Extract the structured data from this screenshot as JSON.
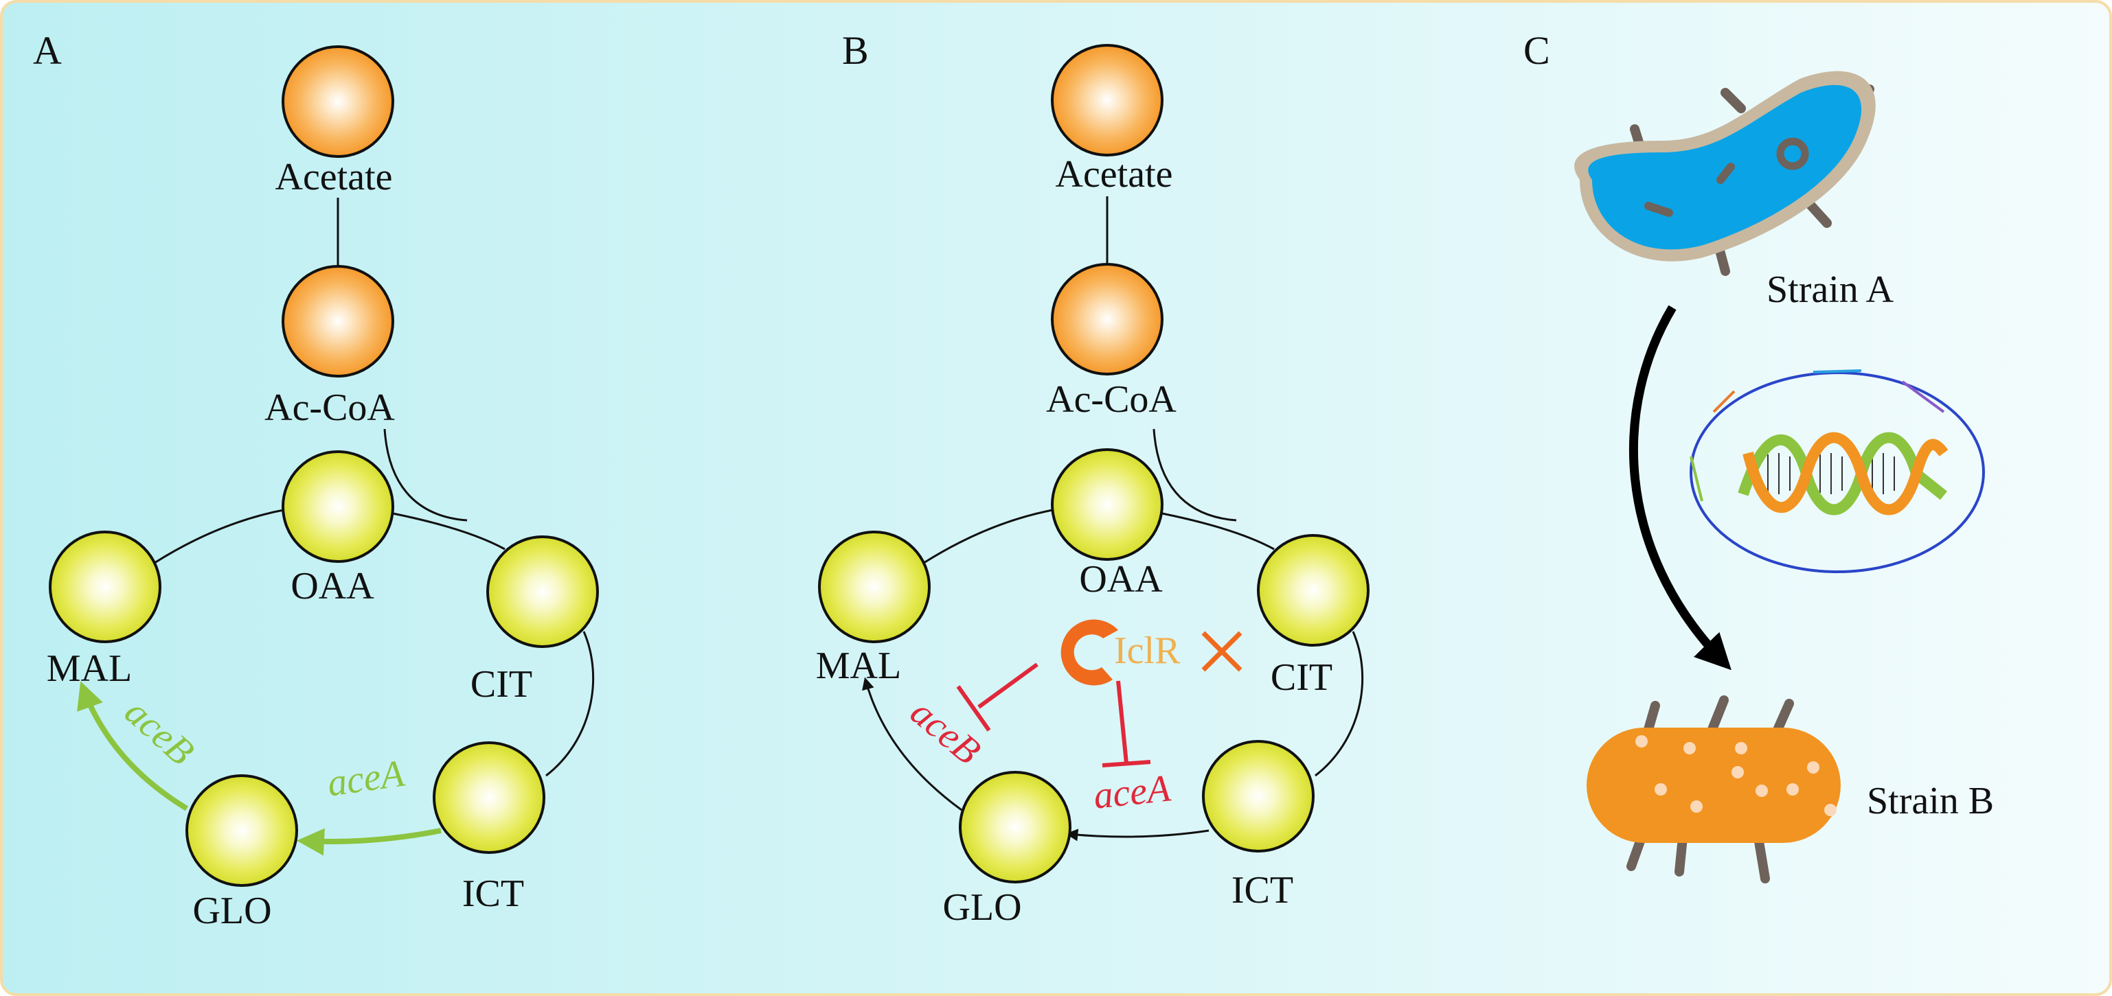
{
  "panels": {
    "a": {
      "letter": "A",
      "nodes": {
        "acetate": "Acetate",
        "accoa": "Ac-CoA",
        "oaa": "OAA",
        "mal": "MAL",
        "cit": "CIT",
        "ict": "ICT",
        "glo": "GLO"
      },
      "genes": {
        "aceA": "aceA",
        "aceB": "aceB"
      }
    },
    "b": {
      "letter": "B",
      "nodes": {
        "acetate": "Acetate",
        "accoa": "Ac-CoA",
        "oaa": "OAA",
        "mal": "MAL",
        "cit": "CIT",
        "ict": "ICT",
        "glo": "GLO"
      },
      "repressor": "IclR",
      "genes": {
        "aceA": "aceA",
        "aceB": "aceB"
      }
    },
    "c": {
      "letter": "C",
      "strain_a": "Strain A",
      "strain_b": "Strain B"
    }
  },
  "colors": {
    "background_left": "#bdeff2",
    "background_right": "#f4fcfd",
    "border": "#f5dca8",
    "metabolite_orange": "#f7a23b",
    "metabolite_yellow": "#dfe63a",
    "gene_green": "#8cc43f",
    "inhibition_red": "#e0283a",
    "iclr_orange": "#f06a1e",
    "iclr_text": "#f0b050",
    "strain_a_body": "#0aa3e6",
    "strain_a_rim": "#c8b8a0",
    "strain_b_body": "#f29422",
    "appendage": "#6e625a",
    "plasmid_ring": "#2a45c8"
  }
}
